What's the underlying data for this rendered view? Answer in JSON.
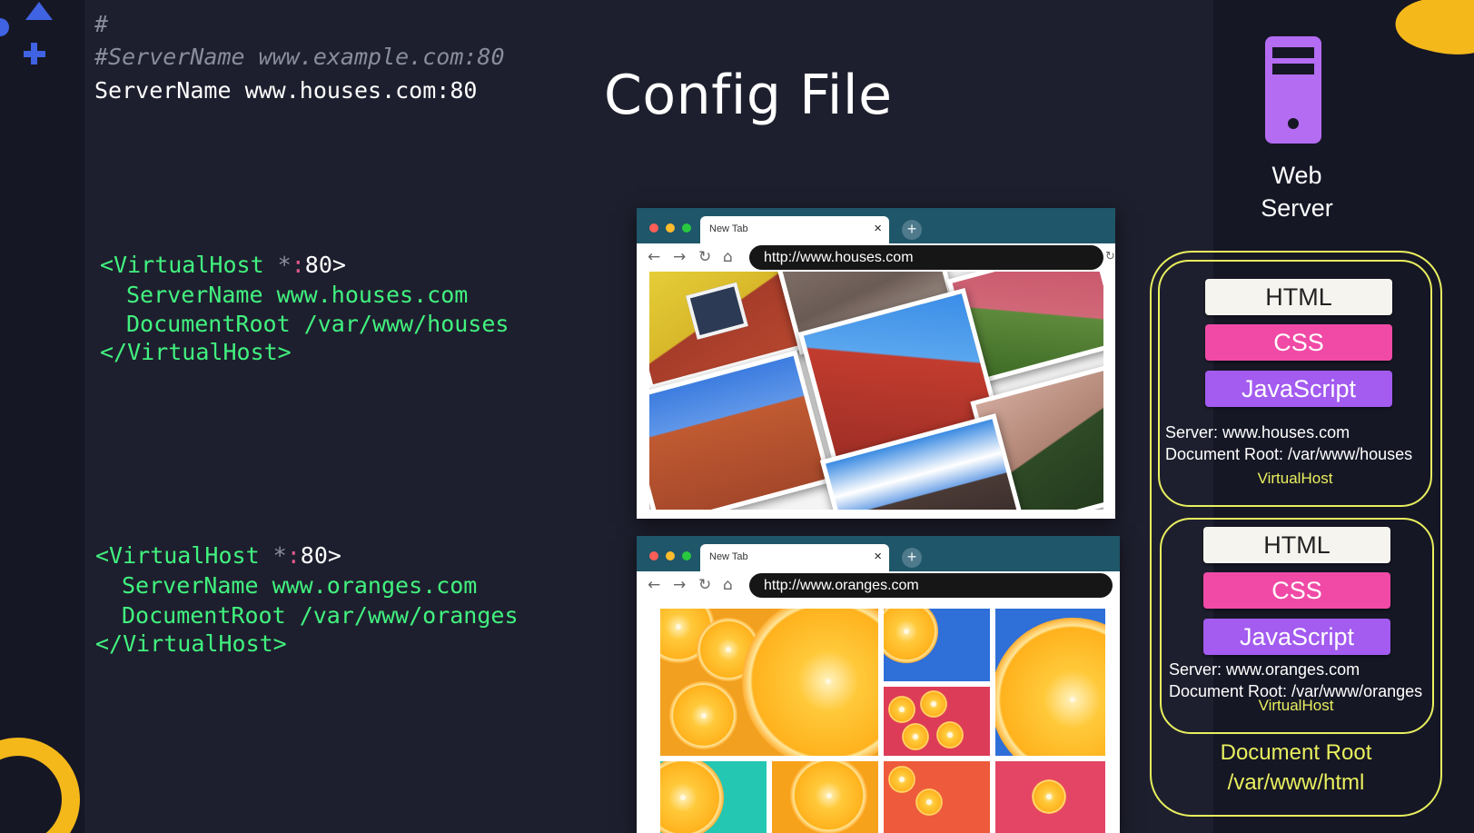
{
  "slide": {
    "title": "Config File"
  },
  "config_snippet": {
    "hash_line": "#",
    "commented_line": "#ServerName www.example.com:80",
    "active_line": "ServerName www.houses.com:80"
  },
  "virtual_hosts": [
    {
      "open_prefix": "<VirtualHost ",
      "open_star": "*",
      "open_colon": ":",
      "open_port": "80>",
      "server_name_key": "ServerName",
      "server_name_value": "www.houses.com",
      "doc_root_key": "DocumentRoot",
      "doc_root_value": "/var/www/houses",
      "close_tag": "</VirtualHost>"
    },
    {
      "open_prefix": "<VirtualHost ",
      "open_star": "*",
      "open_colon": ":",
      "open_port": "80>",
      "server_name_key": "ServerName",
      "server_name_value": "www.oranges.com",
      "doc_root_key": "DocumentRoot",
      "doc_root_value": "/var/www/oranges",
      "close_tag": "</VirtualHost>"
    }
  ],
  "browsers": [
    {
      "tab_label": "New Tab",
      "tab_close": "×",
      "new_tab": "+",
      "url": "http://www.houses.com",
      "content": "houses collage"
    },
    {
      "tab_label": "New Tab",
      "tab_close": "×",
      "new_tab": "+",
      "url": "http://www.oranges.com",
      "content": "oranges collage"
    }
  ],
  "nav_icons": {
    "back": "←",
    "forward": "→",
    "reload": "↻",
    "home": "⌂"
  },
  "web_server": {
    "icon": "server-tower-icon",
    "label_line1": "Web",
    "label_line2": "Server",
    "hosts": [
      {
        "html": "HTML",
        "css": "CSS",
        "js": "JavaScript",
        "server_line": "Server: www.houses.com",
        "root_line": "Document Root: /var/www/houses",
        "tag": "VirtualHost"
      },
      {
        "html": "HTML",
        "css": "CSS",
        "js": "JavaScript",
        "server_line": "Server: www.oranges.com",
        "root_line": "Document Root: /var/www/oranges",
        "tag": "VirtualHost"
      }
    ],
    "default_root_line1": "Document Root",
    "default_root_line2": "/var/www/html"
  },
  "colors": {
    "background": "#1e1f2e",
    "code_green": "#41f27f",
    "accent_yellow": "#e9f05e",
    "css_pink": "#f04aa6",
    "js_purple": "#a35bf0",
    "server_purple": "#b46cf2"
  }
}
